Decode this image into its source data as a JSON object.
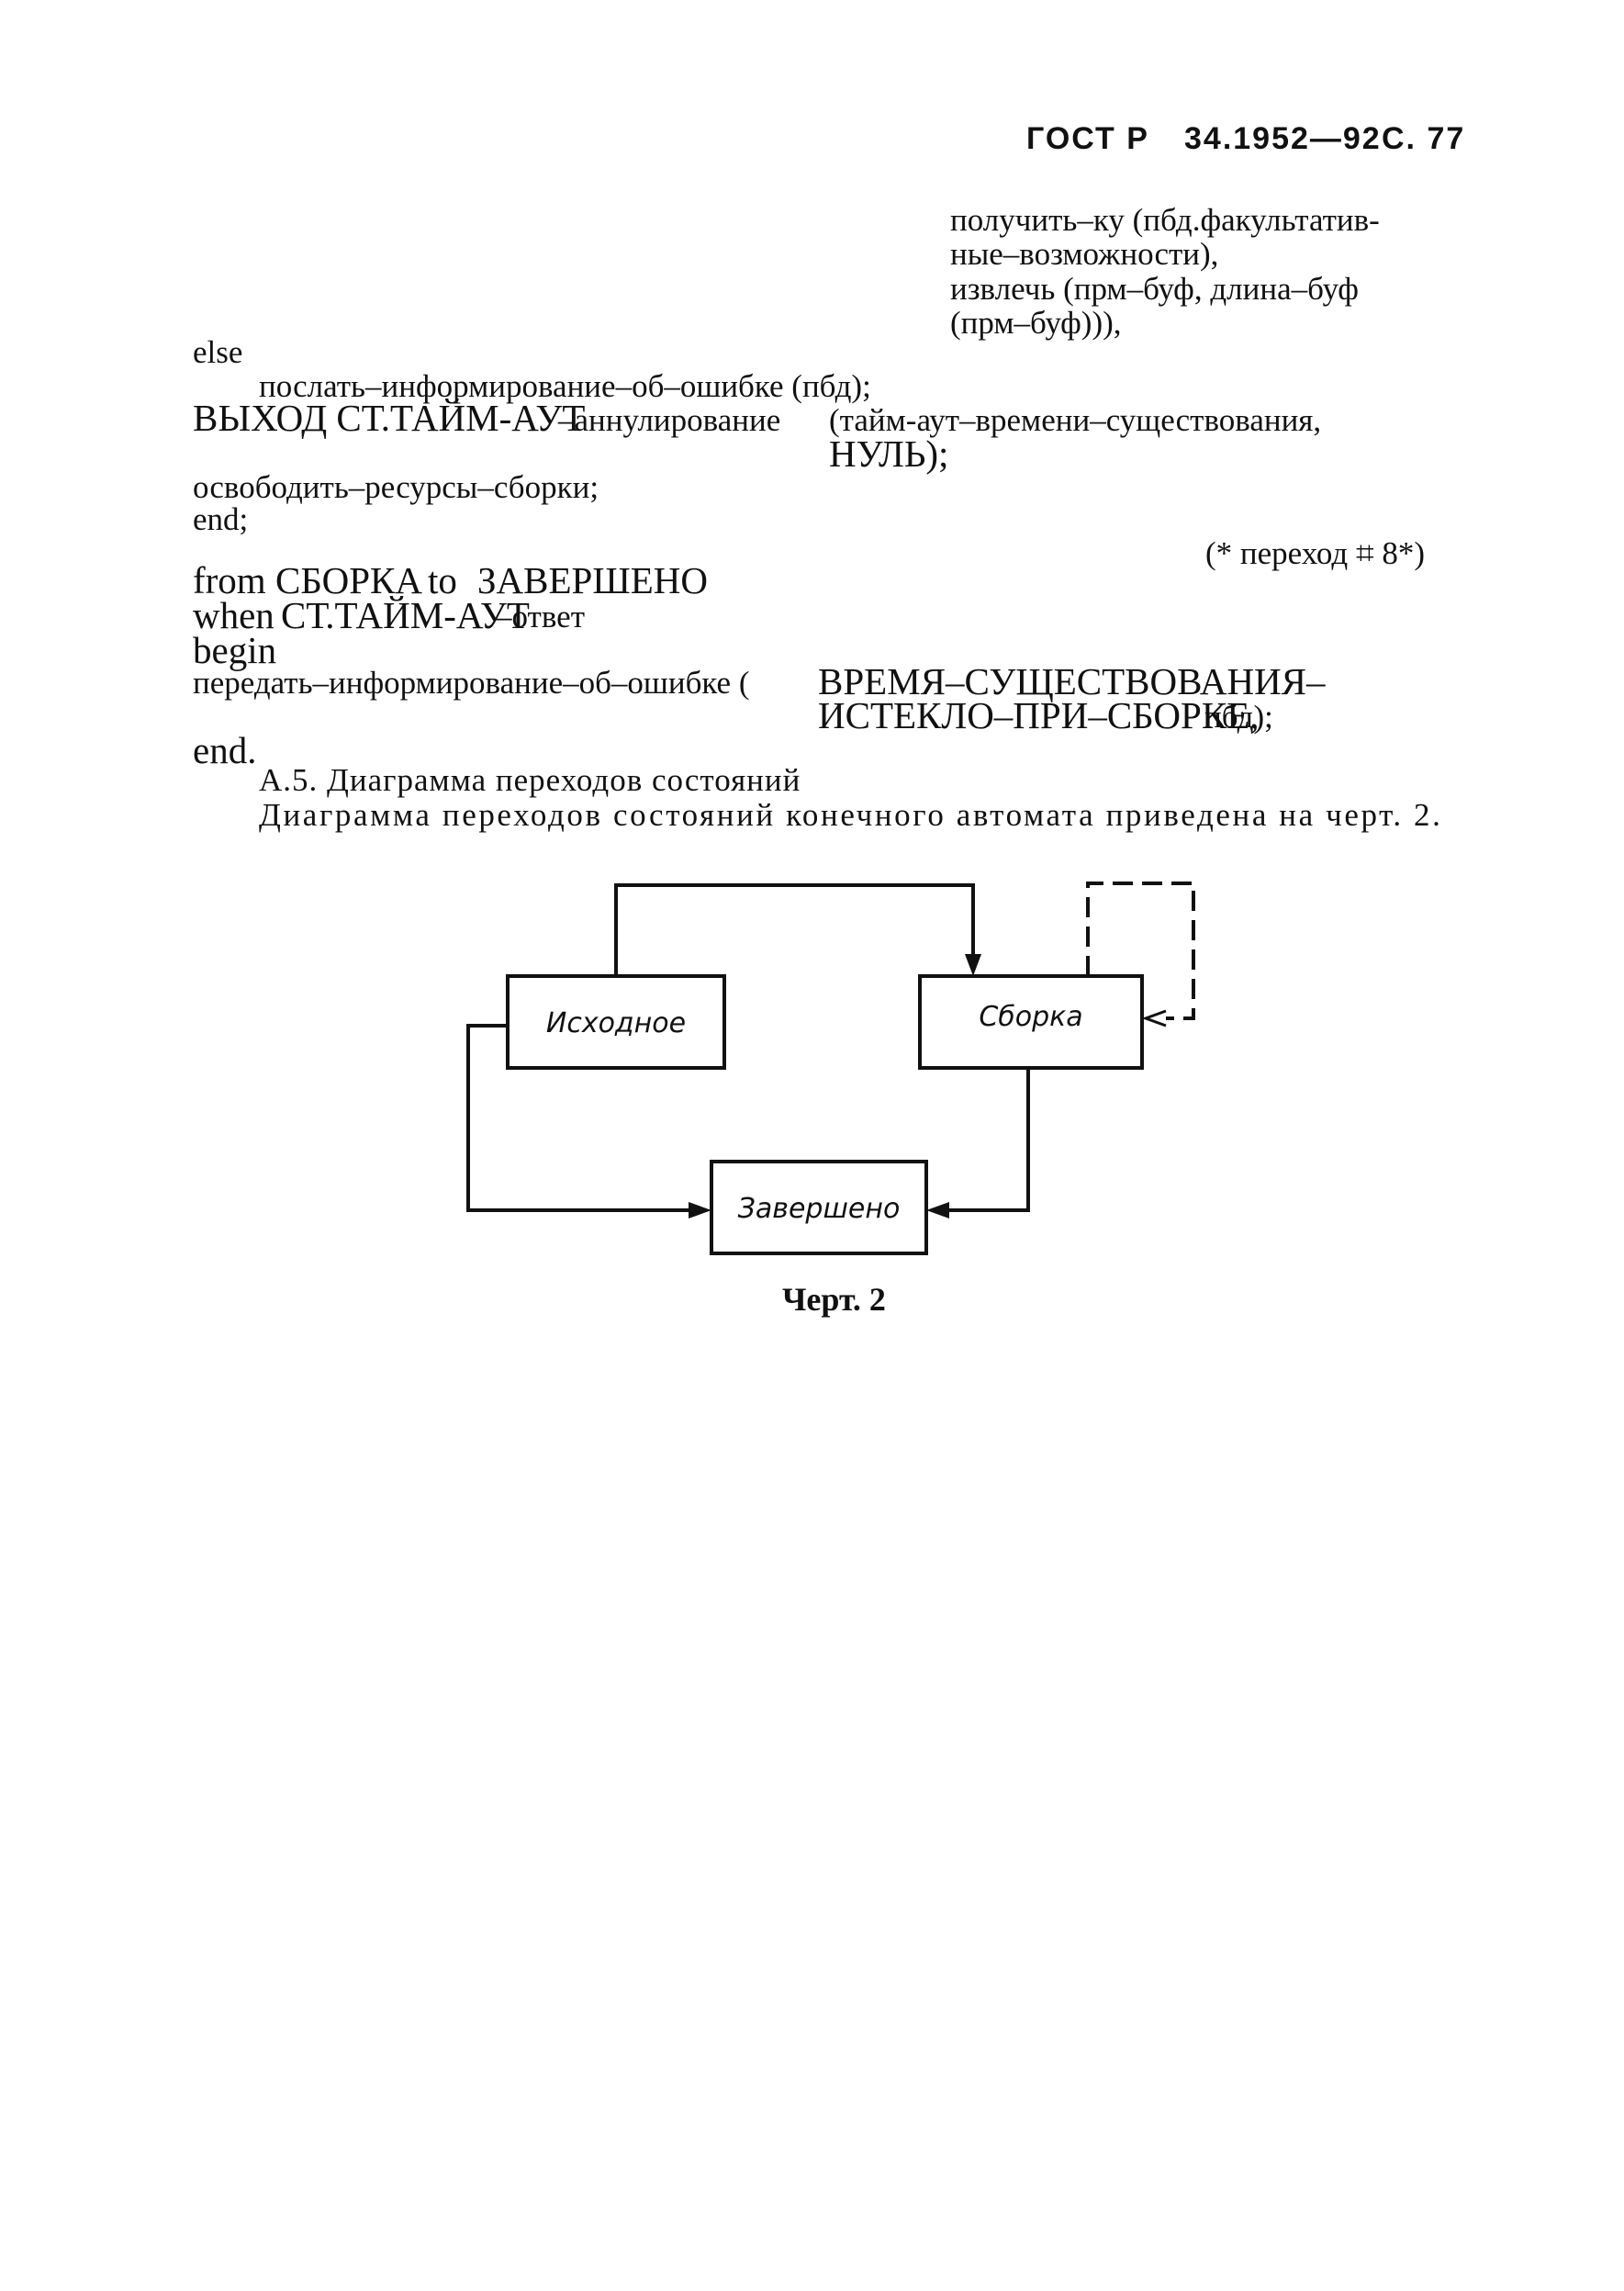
{
  "header": {
    "standard": "ГОСТ Р",
    "number": "34.1952—92",
    "page": "С. 77"
  },
  "code": {
    "line1": "получить–ку (пбд.факультатив-",
    "line2": "ные–возможности),",
    "line3": "извлечь (прм–буф, длина–буф",
    "line4": "(прм–буф))),",
    "line5": "else",
    "line6": "послать–информирование–об–ошибке (пбд);",
    "line7a": "ВЫХОД СТ.ТАЙМ-АУТ",
    "line7b": "–аннулирование",
    "line7c": "(тайм-аут–времени–существования,",
    "line8": "НУЛЬ);",
    "line9": "освободить–ресурсы–сборки;",
    "line10": "end;",
    "line11": "(* переход ⌗ 8*)",
    "line12a": "from",
    "line12b": "СБОРКА",
    "line12c": "to",
    "line12d": "ЗАВЕРШЕНО",
    "line13a": "when",
    "line13b": "СТ.ТАЙМ-АУТ",
    "line13c": "–ответ",
    "line14": "begin",
    "line15a": "передать–информирование–об–ошибке (",
    "line15b": "ВРЕМЯ–СУЩЕСТВОВАНИЯ–",
    "line16a": "ИСТЕКЛО–ПРИ–СБОРКЕ,",
    "line16b": "пбд);",
    "line17": "end."
  },
  "section": {
    "heading": "А.5. Диаграмма переходов состояний",
    "text": "Диаграмма переходов состояний конечного автомата приведена на черт. 2."
  },
  "diagram": {
    "states": {
      "initial": "Исходное",
      "assembly": "Сборка",
      "done": "Завершено"
    },
    "caption": "Черт. 2"
  }
}
